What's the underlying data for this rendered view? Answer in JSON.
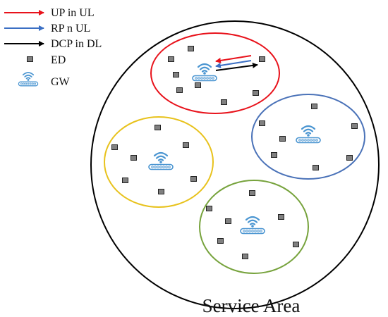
{
  "legend": {
    "up_ul": "UP in UL",
    "rp_ul": "RP n UL",
    "dcp_dl": "DCP in DL",
    "ed": "ED",
    "gw": "GW"
  },
  "caption": "Service Area",
  "colors": {
    "up_arrow": "#e8121b",
    "rp_arrow": "#3b6fc4",
    "dcp_arrow": "#000000",
    "cluster_red": "#e8121b",
    "cluster_blue": "#4a72b8",
    "cluster_yellow": "#e8c21c",
    "cluster_green": "#77a33d",
    "service_area": "#000000",
    "ed_fill": "#808080",
    "gw": "#4a95d1"
  },
  "icons": {
    "ed": "end-device-square-icon",
    "gw": "gateway-wifi-icon"
  }
}
